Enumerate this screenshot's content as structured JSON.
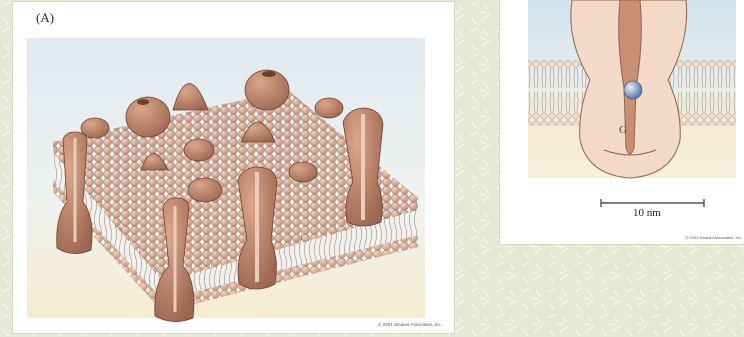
{
  "panel_a": {
    "label": "(A)",
    "copyright": "© 2001 Sinauer Associates, Inc."
  },
  "panel_b": {
    "gate_label": "G",
    "scale_bar_label": "10 nm",
    "copyright": "© 2001 Sinauer Associates, Inc."
  },
  "colors": {
    "protein_fill": "#c98f72",
    "protein_shadow": "#8a5a44",
    "lipid_head": "#d9b39d",
    "water_top": "#d6e6ee",
    "water_bottom": "#f6ecd2",
    "ion": "#6f8fc9",
    "background": "#e9edd9"
  }
}
